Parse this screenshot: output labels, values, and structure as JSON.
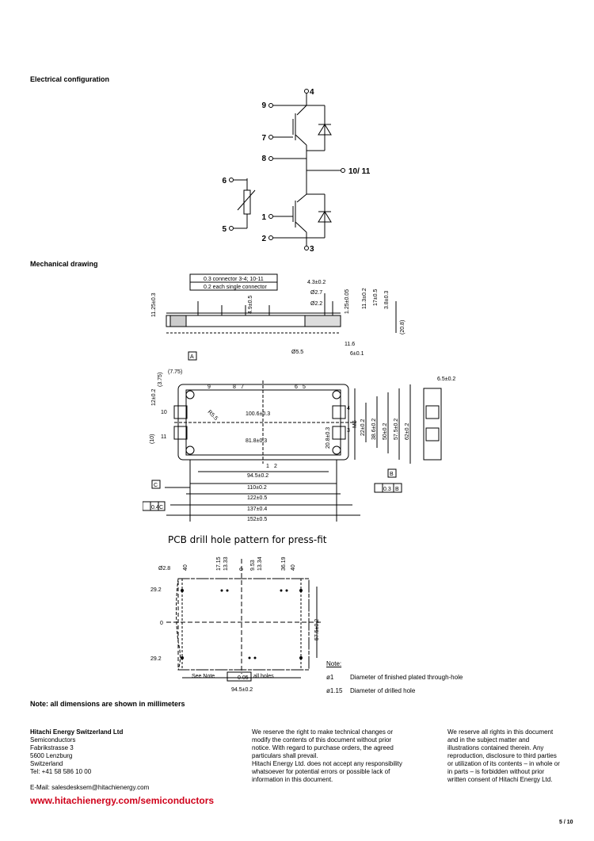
{
  "headings": {
    "electrical": "Electrical configuration",
    "mechanical": "Mechanical drawing",
    "pcb": "PCB drill hole pattern for press-fit",
    "note": "Note: all dimensions are shown in millimeters"
  },
  "schematic": {
    "pins": [
      "9",
      "4",
      "7",
      "8",
      "10/ 11",
      "6",
      "5",
      "1",
      "2",
      "3"
    ]
  },
  "mechanical": {
    "tolerance_box": [
      "0.3 connector 3-4; 10-11",
      "0.2 each single connector"
    ],
    "datum_A": "A",
    "datum_B": "B",
    "datum_C": "C",
    "dims": {
      "d43": "4.3±0.2",
      "d27": "Ø2.7",
      "d22": "Ø2.2",
      "d1125": "11.25±0.3",
      "d49": "4.9±0.5",
      "d125": "1.25±0.05",
      "d113": "11.3±0.2",
      "d17": "17±0.5",
      "d38": "3.8±0.3",
      "d208": "(20.8)",
      "d55": "Ø5.5",
      "d116": "11.6",
      "d6": "6±0.1",
      "d65": "6.5±0.2",
      "d375": "(3.75)",
      "d775": "(7.75)",
      "d12": "12±0.2",
      "d10p": "(10)",
      "r55": "R5.5",
      "d1006": "100.6±0.3",
      "d818": "81.8±0.3",
      "d208b": "20.8±0.3",
      "d22b": "22±0.2",
      "m6": "M6",
      "d386": "38.6±0.2",
      "d50": "50±0.2",
      "d575": "57.5±0.2",
      "d62": "62±0.2",
      "d945": "94.5±0.2",
      "d110": "110±0.2",
      "d122": "122±0.5",
      "d137": "137±0.4",
      "d152": "152±0.5",
      "flat03": "0.3",
      "flat04": "0.4"
    },
    "pin_labels": [
      "9",
      "8",
      "7",
      "6",
      "5",
      "4",
      "3",
      "10",
      "11",
      "1",
      "2"
    ]
  },
  "pcb": {
    "top_dims": [
      "40",
      "17.15",
      "13.33",
      "0",
      "9.53",
      "13.34",
      "36.19",
      "40"
    ],
    "hole_label": "Ø2.8",
    "left_dims": [
      "29.2",
      "0",
      "29.2"
    ],
    "v575": "57.5±0.2",
    "see_note": "See Note",
    "pos_tol": "0.05",
    "all_holes": "all holes",
    "h945": "94.5±0.2",
    "note_title": "Note:",
    "note1_sym": "ø1",
    "note1": "Diameter of finished plated through-hole",
    "note2_sym": "ø1.15",
    "note2": "Diameter of drilled hole"
  },
  "footer": {
    "company": "Hitachi Energy Switzerland Ltd",
    "address": [
      "Semiconductors",
      "Fabrikstrasse 3",
      "5600 Lenzburg",
      "Switzerland",
      "Tel: +41 58 586 10 00"
    ],
    "email": "E-Mail: salesdesksem@hitachienergy.com",
    "middle1": "We reserve the right to make technical changes or modify the contents of this document without prior notice. With regard to purchase orders, the agreed particulars shall prevail.",
    "middle2": "Hitachi Energy Ltd. does not accept any responsibility whatsoever for potential errors or possible lack of information in this document.",
    "right": "We reserve all rights in this document and in the subject matter and illustrations contained therein. Any reproduction, disclosure to third parties or utilization of its contents – in whole or in parts – is forbidden without prior written consent of Hitachi Energy Ltd.",
    "url": "www.hitachienergy.com/semiconductors",
    "page": "5 / 10"
  }
}
